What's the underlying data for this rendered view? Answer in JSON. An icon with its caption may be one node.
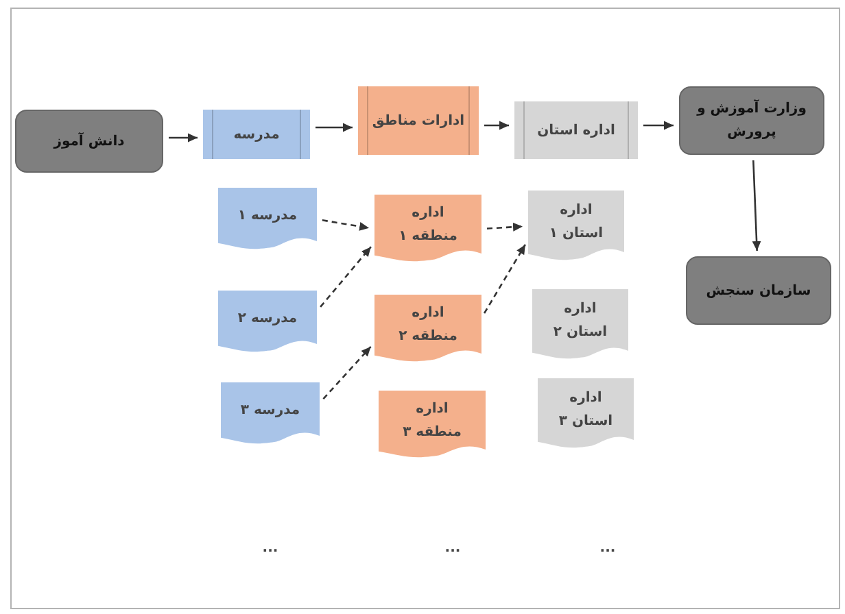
{
  "diagram": {
    "nodes": [
      {
        "text": [
          "دانش آموز"
        ]
      },
      {
        "text": [
          "مدرسه"
        ]
      },
      {
        "text": [
          "ادارات مناطق"
        ]
      },
      {
        "text": [
          "اداره استان"
        ]
      },
      {
        "text": [
          "وزارت آموزش و پرورش"
        ]
      },
      {
        "text": [
          "سازمان سنجش"
        ]
      },
      {
        "text": [
          "مدرسه ۱"
        ]
      },
      {
        "text": [
          "مدرسه ۲"
        ]
      },
      {
        "text": [
          "مدرسه ۳"
        ]
      },
      {
        "text": [
          "اداره منطقه ۱"
        ]
      },
      {
        "text": [
          "اداره منطقه ۲"
        ]
      },
      {
        "text": [
          "اداره منطقه ۳"
        ]
      },
      {
        "text": [
          "اداره استان ۱"
        ]
      },
      {
        "text": [
          "اداره استان ۲"
        ]
      },
      {
        "text": [
          "اداره استان ۳"
        ]
      }
    ],
    "edges": [
      {
        "from": 0,
        "to": 1,
        "arrow": "to"
      },
      {
        "from": 1,
        "to": 2,
        "arrow": "to"
      },
      {
        "from": 2,
        "to": 3,
        "arrow": "to"
      },
      {
        "from": 3,
        "to": 4,
        "arrow": "to"
      },
      {
        "from": 4,
        "to": 5,
        "arrow": "to"
      },
      {
        "from": 6,
        "to": 9,
        "arrow": "to",
        "style": "dashed"
      },
      {
        "from": 7,
        "to": 9,
        "arrow": "to",
        "style": "dashed"
      },
      {
        "from": 8,
        "to": 10,
        "arrow": "to",
        "style": "dashed"
      },
      {
        "from": 9,
        "to": 12,
        "arrow": "to",
        "style": "dashed"
      },
      {
        "from": 10,
        "to": 12,
        "arrow": "to",
        "style": "dashed"
      }
    ],
    "labels": [
      "...",
      "...",
      "..."
    ]
  }
}
